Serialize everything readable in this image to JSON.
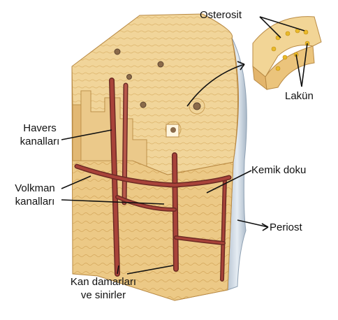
{
  "labels": {
    "osteosit": "Osterosit",
    "lakun": "Lakün",
    "havers_line1": "Havers",
    "havers_line2": "kanalları",
    "volkman_line1": "Volkman",
    "volkman_line2": "kanalları",
    "kemik_doku": "Kemik doku",
    "periost": "Periost",
    "kan_line1": "Kan damarları",
    "kan_line2": "ve sinirler"
  },
  "colors": {
    "bone_light": "#f3d9a0",
    "bone_mid": "#e7c27a",
    "bone_dark": "#c99a4c",
    "vessel_red": "#a9433a",
    "vessel_dark": "#6b2a23",
    "periost": "#c9d6e2",
    "osteocyte": "#e8b92a"
  }
}
